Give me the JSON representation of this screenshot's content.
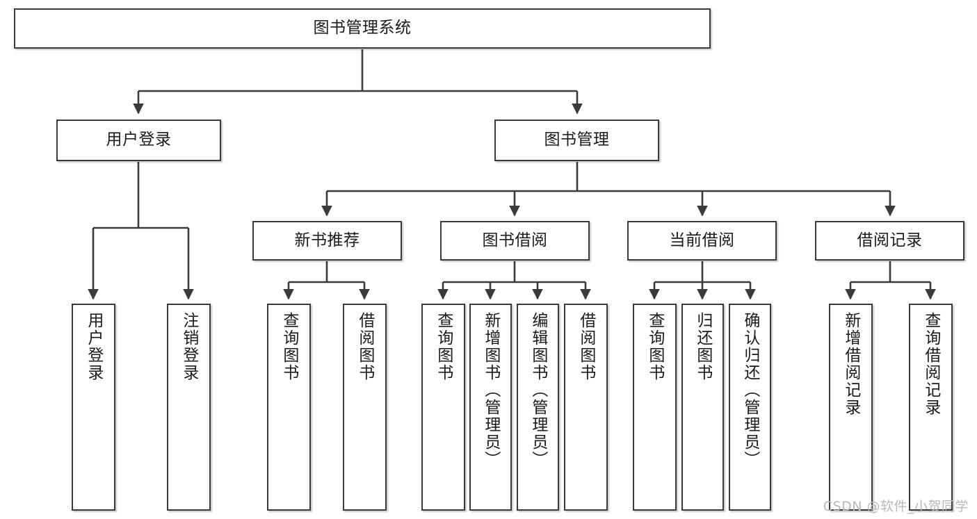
{
  "diagram": {
    "title": "图书管理系统",
    "type": "tree",
    "style": {
      "box_stroke": "#3a3a3a",
      "box_fill": "#ffffff",
      "connector_stroke": "#3a3a3a",
      "text_color": "#1a1a1a",
      "background": "#ffffff",
      "watermark_color": "#b9b9b9"
    },
    "root": {
      "label": "图书管理系统"
    },
    "level2": [
      {
        "label": "用户登录"
      },
      {
        "label": "图书管理"
      }
    ],
    "level3": [
      {
        "label": "新书推荐"
      },
      {
        "label": "图书借阅"
      },
      {
        "label": "当前借阅"
      },
      {
        "label": "借阅记录"
      }
    ],
    "leaves": {
      "user_login": [
        {
          "label": "用户登录"
        },
        {
          "label": "注销登录"
        }
      ],
      "new_book": [
        {
          "label": "查询图书"
        },
        {
          "label": "借阅图书"
        }
      ],
      "book_borrow": [
        {
          "label": "查询图书"
        },
        {
          "label": "新增图书（管理员）"
        },
        {
          "label": "编辑图书（管理员）"
        },
        {
          "label": "借阅图书"
        }
      ],
      "current_borrow": [
        {
          "label": "查询图书"
        },
        {
          "label": "归还图书"
        },
        {
          "label": "确认归还（管理员）"
        }
      ],
      "borrow_record": [
        {
          "label": "新增借阅记录"
        },
        {
          "label": "查询借阅记录"
        }
      ]
    }
  },
  "watermark": {
    "text": "CSDN @软件_小贺同学"
  }
}
